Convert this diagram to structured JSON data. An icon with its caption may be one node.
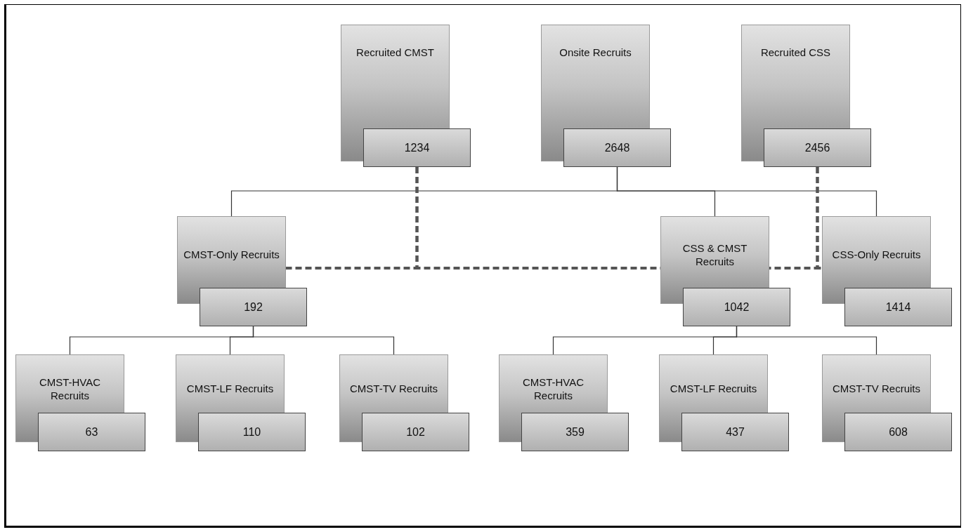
{
  "diagram": {
    "nodes": [
      {
        "text": [
          "Recruited CMST",
          "1234"
        ]
      },
      {
        "text": [
          "Onsite Recruits",
          "2648"
        ]
      },
      {
        "text": [
          "Recruited CSS",
          "2456"
        ]
      },
      {
        "text": [
          "CMST-Only Recruits",
          "192"
        ]
      },
      {
        "text": [
          "CSS & CMST Recruits",
          "1042"
        ]
      },
      {
        "text": [
          "CSS-Only Recruits",
          "1414"
        ]
      },
      {
        "text": [
          "CMST-HVAC Recruits",
          "63"
        ]
      },
      {
        "text": [
          "CMST-LF Recruits",
          "110"
        ]
      },
      {
        "text": [
          "CMST-TV Recruits",
          "102"
        ]
      },
      {
        "text": [
          "CMST-HVAC Recruits",
          "359"
        ]
      },
      {
        "text": [
          "CMST-LF Recruits",
          "437"
        ]
      },
      {
        "text": [
          "CMST-TV Recruits",
          "608"
        ]
      }
    ],
    "edges": [
      {
        "from": 1,
        "to": 3,
        "arrow": "none"
      },
      {
        "from": 1,
        "to": 4,
        "arrow": "none"
      },
      {
        "from": 1,
        "to": 5,
        "arrow": "none"
      },
      {
        "from": 0,
        "to": 3,
        "arrow": "none",
        "style": "dashed",
        "color": "#555555"
      },
      {
        "from": 0,
        "to": 4,
        "arrow": "none",
        "style": "dashed",
        "color": "#555555"
      },
      {
        "from": 2,
        "to": 4,
        "arrow": "none",
        "style": "dashed",
        "color": "#555555"
      },
      {
        "from": 2,
        "to": 5,
        "arrow": "none",
        "style": "dashed",
        "color": "#555555"
      },
      {
        "from": 3,
        "to": 6,
        "arrow": "none"
      },
      {
        "from": 3,
        "to": 7,
        "arrow": "none"
      },
      {
        "from": 3,
        "to": 8,
        "arrow": "none"
      },
      {
        "from": 4,
        "to": 9,
        "arrow": "none"
      },
      {
        "from": 4,
        "to": 10,
        "arrow": "none"
      },
      {
        "from": 4,
        "to": 11,
        "arrow": "none"
      }
    ]
  }
}
